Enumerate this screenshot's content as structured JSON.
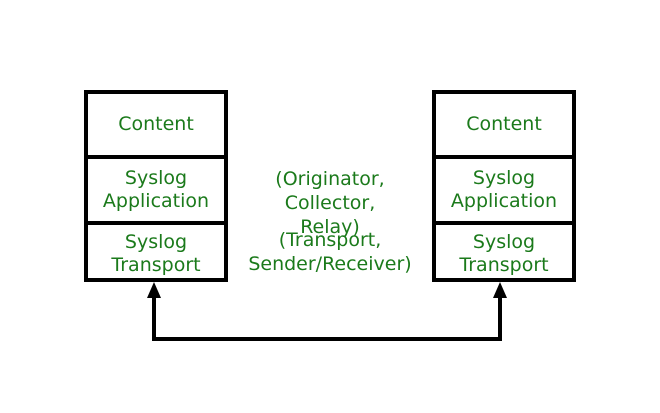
{
  "left_stack": {
    "content": "Content",
    "application": "Syslog\nApplication",
    "transport": "Syslog\nTransport"
  },
  "right_stack": {
    "content": "Content",
    "application": "Syslog\nApplication",
    "transport": "Syslog\nTransport"
  },
  "labels": {
    "application_roles": "(Originator, Collector,\nRelay)",
    "transport_roles": "(Transport,\nSender/Receiver)"
  },
  "colors": {
    "text": "#1b7a1b",
    "border": "#000000"
  }
}
